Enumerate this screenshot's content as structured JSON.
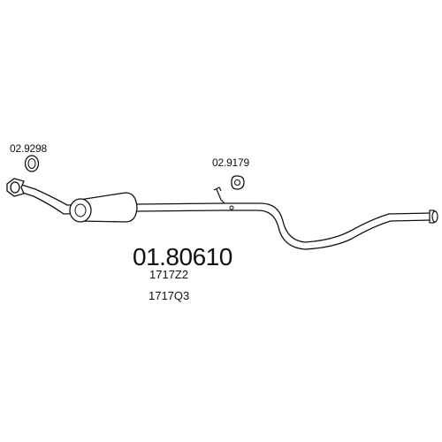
{
  "part_labels": {
    "clamp_left": "02.9298",
    "hanger_right": "02.9179"
  },
  "main_part_number": "01.80610",
  "oem_codes": [
    "1717Z2",
    "1717Q3"
  ],
  "colors": {
    "line": "#111111",
    "background": "#ffffff"
  },
  "icons": {
    "clamp": "ring-clamp-icon",
    "hanger": "rubber-hanger-icon",
    "flange": "pipe-flange-icon",
    "silencer": "silencer-icon"
  }
}
